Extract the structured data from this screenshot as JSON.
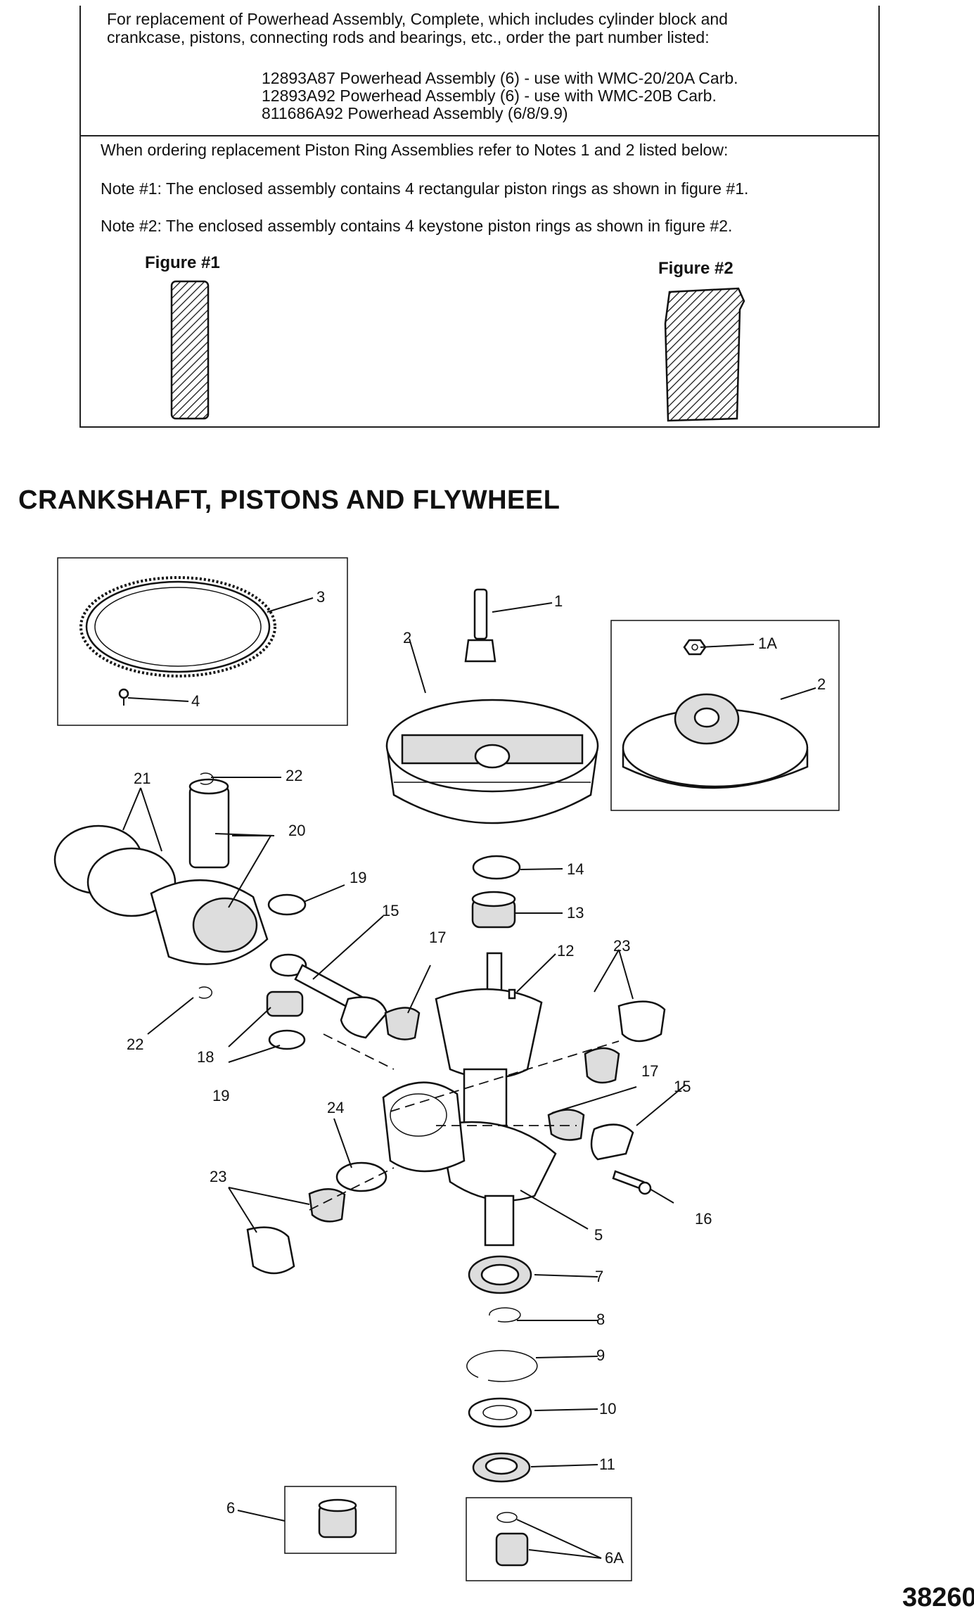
{
  "notice": {
    "intro_line1": "For replacement of Powerhead Assembly, Complete, which includes cylinder block and",
    "intro_line2": "crankcase, pistons, connecting rods and bearings, etc., order the part number listed:",
    "assemblies": [
      "12893A87 Powerhead Assembly (6) - use with WMC-20/20A Carb.",
      "12893A92 Powerhead Assembly (6) - use with WMC-20B Carb.",
      "811686A92 Powerhead Assembly (6/8/9.9)"
    ],
    "ring_intro": "When ordering replacement Piston Ring Assemblies refer to Notes 1 and 2 listed below:",
    "note1": "Note #1: The enclosed assembly contains 4 rectangular piston rings as shown in figure #1.",
    "note2": "Note #2: The enclosed assembly contains 4 keystone piston rings as shown in figure #2.",
    "figure1_label": "Figure #1",
    "figure2_label": "Figure #2"
  },
  "section_title": "CRANKSHAFT, PISTONS AND FLYWHEEL",
  "callouts": {
    "c1": "1",
    "c1A": "1A",
    "c2a": "2",
    "c2b": "2",
    "c3": "3",
    "c4": "4",
    "c5": "5",
    "c6": "6",
    "c6A": "6A",
    "c7": "7",
    "c8": "8",
    "c9": "9",
    "c10": "10",
    "c11": "11",
    "c12": "12",
    "c13": "13",
    "c14": "14",
    "c15a": "15",
    "c15b": "15",
    "c16": "16",
    "c17a": "17",
    "c17b": "17",
    "c18": "18",
    "c19a": "19",
    "c19b": "19",
    "c20": "20",
    "c21": "21",
    "c22a": "22",
    "c22b": "22",
    "c23a": "23",
    "c23b": "23",
    "c24": "24"
  },
  "document_number": "38260"
}
